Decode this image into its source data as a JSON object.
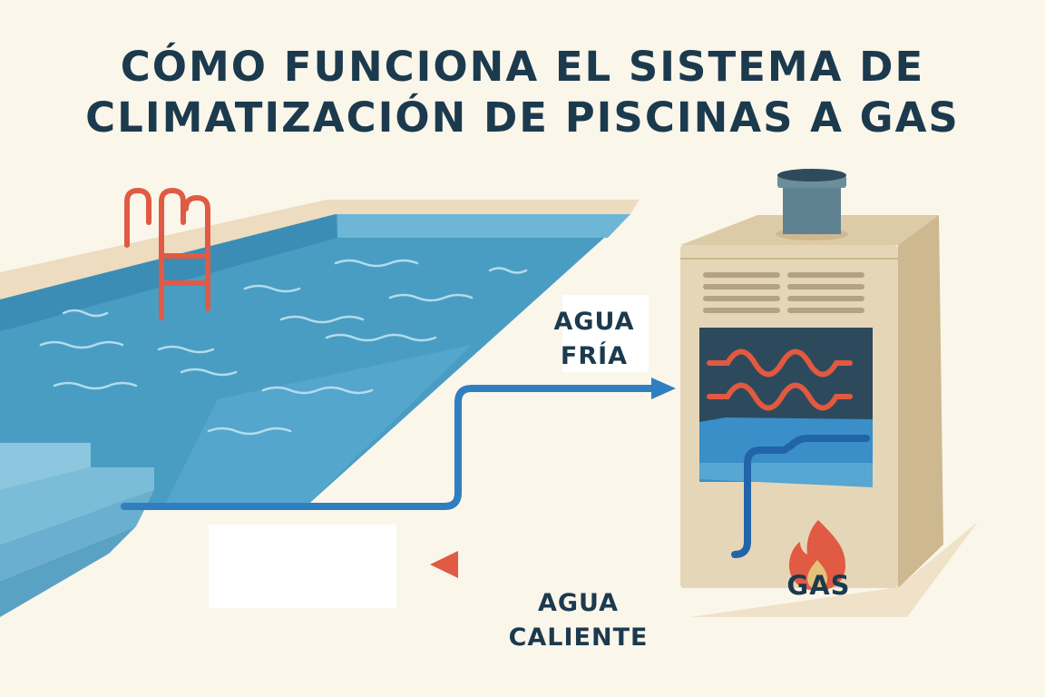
{
  "title": {
    "line1": "CÓMO FUNCIONA EL SISTEMA DE",
    "line2": "CLIMATIZACIÓN DE PISCINAS A GAS"
  },
  "labels": {
    "cold_water": {
      "line1": "AGUA",
      "line2": "FRÍA"
    },
    "hot_water": {
      "line1": "AGUA",
      "line2": "CALIENTE"
    },
    "gas": "GAS"
  },
  "colors": {
    "background": "#fbf6ea",
    "title": "#1c3a4e",
    "cold_pipe": "#2f7fc0",
    "hot_pipe": "#e05a44",
    "heater": "#e6d6b8",
    "water": "#4a9dc2"
  }
}
